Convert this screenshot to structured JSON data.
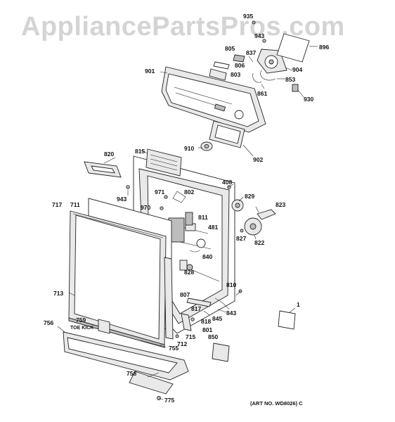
{
  "watermark": "AppliancePartsPros.com",
  "art_number": "(ART NO. WD8026) C",
  "toe_kick_label": "TOE KICK",
  "callouts": {
    "c935": "935",
    "c943a": "943",
    "c896": "896",
    "c805": "805",
    "c837": "837",
    "c806": "806",
    "c904": "904",
    "c901": "901",
    "c803": "803",
    "c853": "853",
    "c861": "861",
    "c930": "930",
    "c910": "910",
    "c902": "902",
    "c815": "815",
    "c820": "820",
    "c408": "408",
    "c971": "971",
    "c802": "802",
    "c829": "829",
    "c943b": "943",
    "c970": "970",
    "c823": "823",
    "c717": "717",
    "c711": "711",
    "c811": "811",
    "c481": "481",
    "c827": "827",
    "c822": "822",
    "c840": "840",
    "c828": "828",
    "c810": "810",
    "c713": "713",
    "c807": "807",
    "c817": "817",
    "c843": "843",
    "c845": "845",
    "c1": "1",
    "c759": "759",
    "c818": "818",
    "c756": "756",
    "c801": "801",
    "c715": "715",
    "c712": "712",
    "c850": "850",
    "c755": "755",
    "c758": "758",
    "c775": "775"
  }
}
